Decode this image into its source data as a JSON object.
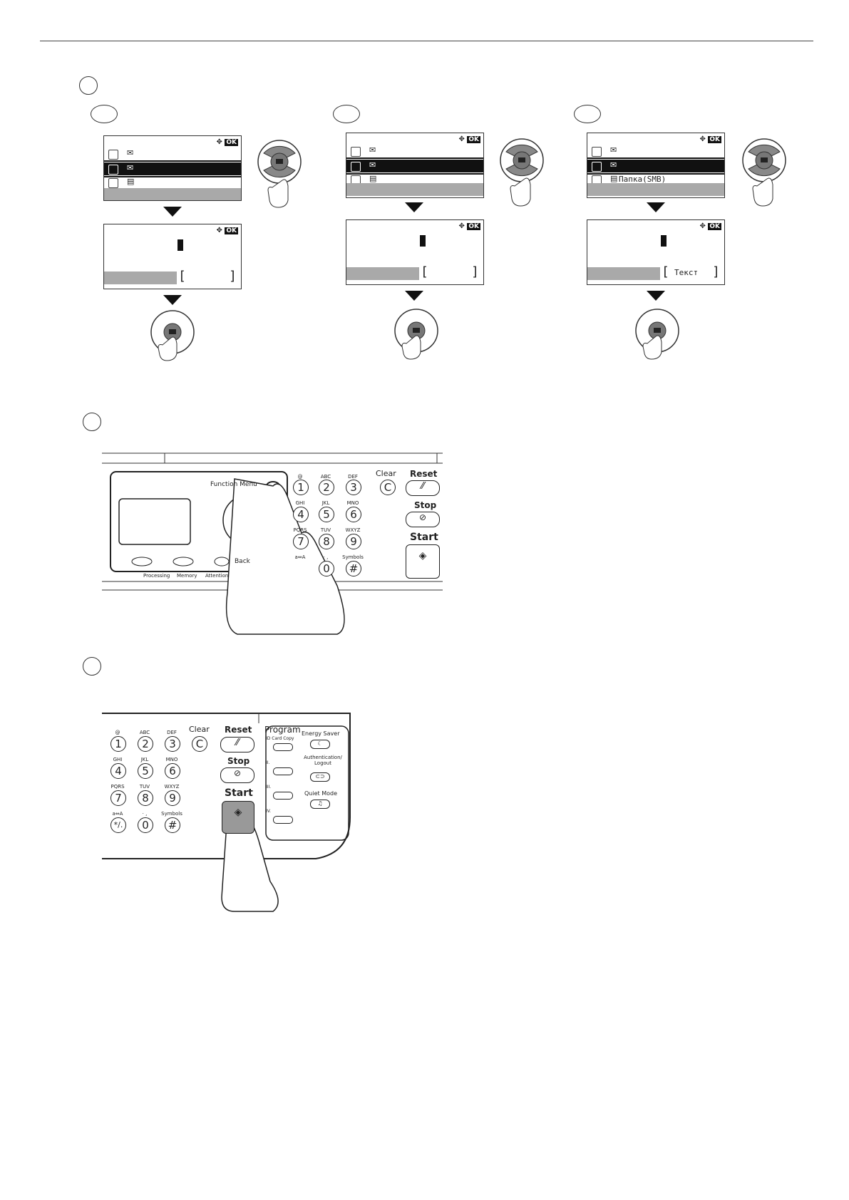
{
  "lcd": {
    "ok_label": "OK",
    "third_row_text_cyr": "Папка(SMB)",
    "softkey_text_cyr": "Текст"
  },
  "panel1": {
    "function_menu": "Function Menu",
    "back": "Back",
    "clear": "Clear",
    "reset": "Reset",
    "stop": "Stop",
    "start": "Start",
    "processing": "Processing",
    "memory": "Memory",
    "attention": "Attention",
    "key_letters": [
      "@",
      "ABC",
      "DEF",
      "GHI",
      "JKL",
      "MNO",
      "PQRS",
      "TUV",
      "WXYZ",
      "a⇔A",
      "· ,",
      "Symbols"
    ],
    "keys": [
      "1",
      "2",
      "3",
      "4",
      "5",
      "6",
      "7",
      "8",
      "9",
      "0",
      "#"
    ],
    "clear_glyph": "C"
  },
  "panel2": {
    "clear": "Clear",
    "reset": "Reset",
    "stop": "Stop",
    "start": "Start",
    "program": "Program",
    "id_card_copy": "ID Card Copy",
    "program_slots": [
      "II.",
      "III.",
      "IV."
    ],
    "energy_saver": "Energy Saver",
    "authentication_logout": "Authentication/ Logout",
    "quiet_mode": "Quiet Mode",
    "key_letters": [
      "@",
      "ABC",
      "DEF",
      "GHI",
      "JKL",
      "MNO",
      "PQRS",
      "TUV",
      "WXYZ",
      "a⇔A",
      "· ,",
      "Symbols"
    ],
    "keys": [
      "1",
      "2",
      "3",
      "4",
      "5",
      "6",
      "7",
      "8",
      "9",
      "*/.",
      "0",
      "#"
    ],
    "clear_glyph": "C"
  }
}
